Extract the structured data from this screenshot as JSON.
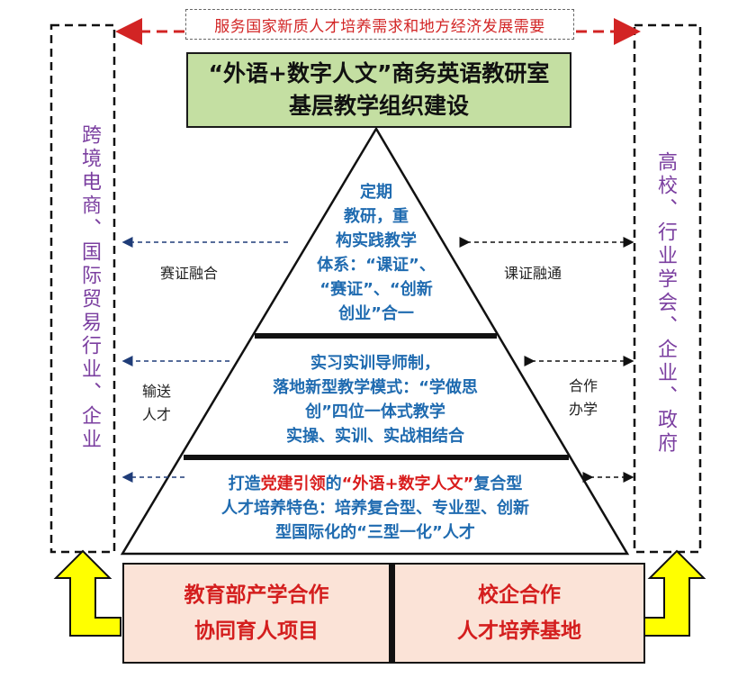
{
  "banner": "服务国家新质人才培养需求和地方经济发展需要",
  "title": {
    "line1": "“外语+数字人文”商务英语教研室",
    "line2": "基层教学组织建设"
  },
  "left_side": "跨境电商、国际贸易行业、企业",
  "right_side": "高校、行业学会、企业、政府",
  "labels": {
    "left_upper": "赛证融合",
    "left_lower_1": "输送",
    "left_lower_2": "人才",
    "right_upper": "课证融通",
    "right_lower_1": "合作",
    "right_lower_2": "办学"
  },
  "pyramid": {
    "top": [
      "定期",
      "教研，重",
      "构实践教学",
      "体系：“课证”、",
      "“赛证”、“创新",
      "创业”合一"
    ],
    "middle": [
      "实习实训导师制，",
      "落地新型教学模式：“学做思",
      "创”四位一体式教学",
      "实操、实训、实战相结合"
    ],
    "bottom": {
      "l1_a": "打造",
      "l1_red": "党建引领",
      "l1_b": "的",
      "l1_red2": "“外语+数字人文”",
      "l1_c": "复合型",
      "l2": "人才培养特色：培养复合型、专业型、创新",
      "l3": "型国际化的“三型一化”人才"
    }
  },
  "bottom_boxes": {
    "left": [
      "教育部产学合作",
      "协同育人项目"
    ],
    "right": [
      "校企合作",
      "人才培养基地"
    ]
  },
  "colors": {
    "title_bg": "#c4dfa2",
    "bottom_bg": "#fbe3d7",
    "side_text": "#7b3fa0",
    "body_text": "#1f6bb0",
    "emphasis": "#d91c1c",
    "arrow_yellow": "#ffff00"
  }
}
